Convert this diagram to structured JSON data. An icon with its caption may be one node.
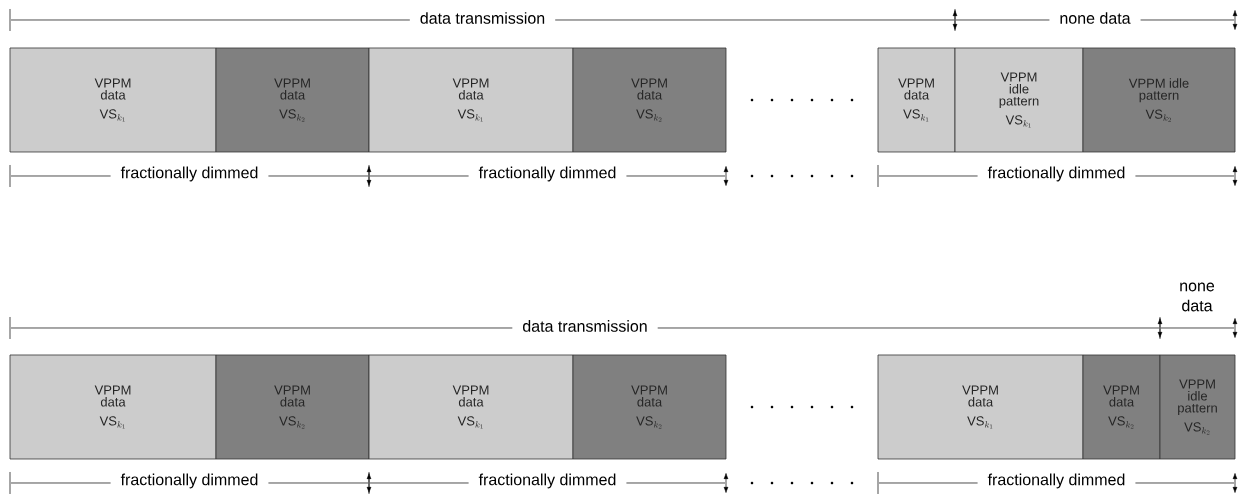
{
  "diagram": {
    "nodes": [
      {
        "text": [
          "VPPM data",
          "\\mathrm{VS}_{k_1}"
        ]
      },
      {
        "text": [
          "VPPM data",
          "\\mathrm{VS}_{k_2}"
        ]
      },
      {
        "text": [
          "VPPM data",
          "\\mathrm{VS}_{k_1}"
        ]
      },
      {
        "text": [
          "VPPM data",
          "\\mathrm{VS}_{k_2}"
        ]
      },
      {
        "text": [
          "VPPM data",
          "\\mathrm{VS}_{k_1}"
        ]
      },
      {
        "text": [
          "VPPM idle pattern",
          "\\mathrm{VS}_{k_1}"
        ]
      },
      {
        "text": [
          "VPPM idle pattern",
          "\\mathrm{VS}_{k_2}"
        ]
      },
      {
        "text": [
          "VPPM data",
          "\\mathrm{VS}_{k_1}"
        ]
      },
      {
        "text": [
          "VPPM data",
          "\\mathrm{VS}_{k_2}"
        ]
      },
      {
        "text": [
          "VPPM data",
          "\\mathrm{VS}_{k_1}"
        ]
      },
      {
        "text": [
          "VPPM data",
          "\\mathrm{VS}_{k_2}"
        ]
      },
      {
        "text": [
          "VPPM data",
          "\\mathrm{VS}_{k_1}"
        ]
      },
      {
        "text": [
          "VPPM data",
          "\\mathrm{VS}_{k_2}"
        ]
      },
      {
        "text": [
          "VPPM idle pattern",
          "\\mathrm{VS}_{k_2}"
        ]
      }
    ],
    "labels": [
      "data transmission",
      "none data",
      "fractionally dimmed",
      "fractionally dimmed",
      "fractionally dimmed",
      "none data",
      "data transmission",
      "fractionally dimmed",
      "fractionally dimmed",
      "fractionally dimmed"
    ]
  }
}
